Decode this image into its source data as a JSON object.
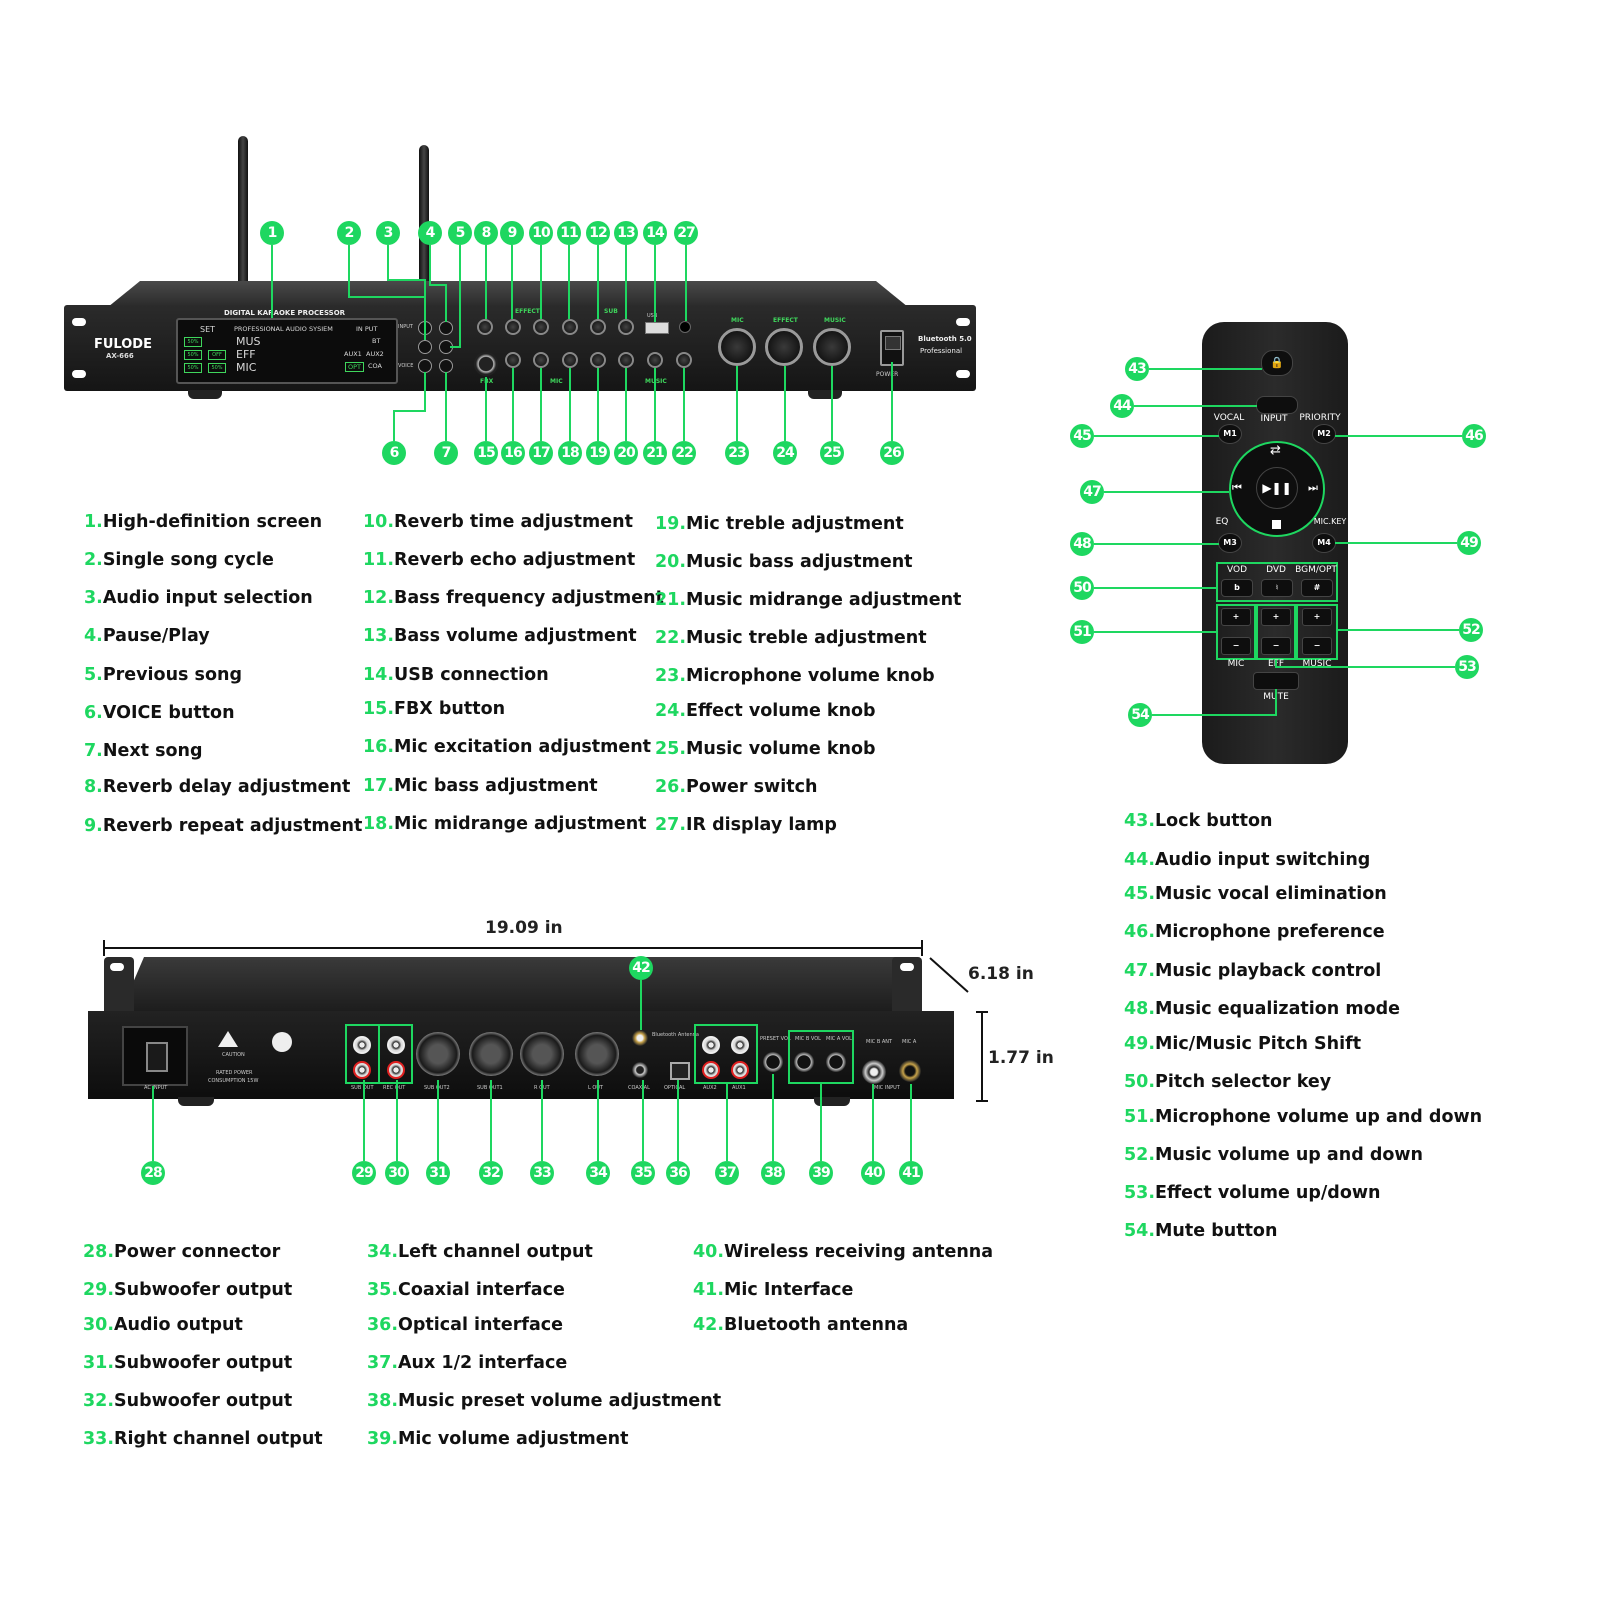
{
  "front_panel": {
    "header": "DIGITAL KARAOKE PROCESSOR",
    "brand": "FULODE",
    "model": "AX-666",
    "screen": {
      "set_label": "SET",
      "system_label": "PROFESSIONAL AUDIO SYSIEM",
      "input_label": "IN PUT",
      "rows": [
        "MUS",
        "EFF",
        "MIC"
      ],
      "inputs": [
        "AUX1",
        "AUX2",
        "OPT",
        "COA",
        "BT"
      ],
      "green_cells": [
        "50%",
        "50%",
        "50%",
        "50%",
        "OFF"
      ]
    },
    "button_labels": [
      "INPUT",
      "VOICE"
    ],
    "section_labels": [
      "EFFECT",
      "SUB",
      "MIC",
      "MUSIC",
      "FBX"
    ],
    "knob_section_labels": [
      "MIC",
      "EFFECT",
      "MUSIC"
    ],
    "bluetooth": "Bluetooth 5.0",
    "bluetooth_sub": "Professional",
    "power_label": "POWER",
    "usb_label": "USB"
  },
  "rear_panel": {
    "ac_label": "AC INPUT",
    "caution": "CAUTION",
    "rated_power": "RATED POWER",
    "consumption": "CONSUMPTION 15W",
    "port_labels": [
      "SUB OUT",
      "REC OUT",
      "SUB OUT2",
      "SUB OUT1",
      "R OUT",
      "L OUT",
      "COAXIAL",
      "OPTICAL",
      "AUX2",
      "AUX1",
      "PRESET VOL",
      "MIC B VOL",
      "MIC A VOL",
      "MIC B ANT",
      "MIC A",
      "MIC INPUT",
      "Bluetooth Antenna"
    ]
  },
  "dimensions": {
    "width": "19.09 in",
    "depth": "6.18 in",
    "height": "1.77 in"
  },
  "remote": {
    "labels": {
      "input": "INPUT",
      "vocal": "VOCAL",
      "priority": "PRIORITY",
      "eq": "EQ",
      "mickey": "MIC.KEY",
      "vod": "VOD",
      "dvd": "DVD",
      "bgm": "BGM/OPT",
      "mic": "MIC",
      "eff": "EFF",
      "music": "MUSIC",
      "mute": "MUTE"
    },
    "m_buttons": [
      "M1",
      "M2",
      "M3",
      "M4"
    ],
    "pitch_keys": [
      "b",
      "♮",
      "#"
    ]
  },
  "legend": {
    "front": [
      {
        "n": "1.",
        "t": "High-definition screen"
      },
      {
        "n": "2.",
        "t": "Single song cycle"
      },
      {
        "n": "3.",
        "t": "Audio input selection"
      },
      {
        "n": "4.",
        "t": "Pause/Play"
      },
      {
        "n": "5.",
        "t": "Previous song"
      },
      {
        "n": "6.",
        "t": "VOICE button"
      },
      {
        "n": "7.",
        "t": "Next song"
      },
      {
        "n": "8.",
        "t": "Reverb delay adjustment"
      },
      {
        "n": "9.",
        "t": "Reverb repeat adjustment"
      },
      {
        "n": "10.",
        "t": "Reverb time adjustment"
      },
      {
        "n": "11.",
        "t": "Reverb echo adjustment"
      },
      {
        "n": "12.",
        "t": "Bass frequency adjustment"
      },
      {
        "n": "13.",
        "t": "Bass volume adjustment"
      },
      {
        "n": "14.",
        "t": "USB connection"
      },
      {
        "n": "15.",
        "t": "FBX button"
      },
      {
        "n": "16.",
        "t": "Mic excitation adjustment"
      },
      {
        "n": "17.",
        "t": "Mic bass adjustment"
      },
      {
        "n": "18.",
        "t": "Mic midrange adjustment"
      },
      {
        "n": "19.",
        "t": "Mic treble adjustment"
      },
      {
        "n": "20.",
        "t": "Music bass adjustment"
      },
      {
        "n": "21.",
        "t": "Music midrange adjustment"
      },
      {
        "n": "22.",
        "t": "Music treble adjustment"
      },
      {
        "n": "23.",
        "t": "Microphone volume knob"
      },
      {
        "n": "24.",
        "t": "Effect volume knob"
      },
      {
        "n": "25.",
        "t": "Music volume knob"
      },
      {
        "n": "26.",
        "t": "Power switch"
      },
      {
        "n": "27.",
        "t": "IR display lamp"
      }
    ],
    "back": [
      {
        "n": "28.",
        "t": "Power connector"
      },
      {
        "n": "29.",
        "t": "Subwoofer output"
      },
      {
        "n": "30.",
        "t": "Audio output"
      },
      {
        "n": "31.",
        "t": "Subwoofer output"
      },
      {
        "n": "32.",
        "t": "Subwoofer output"
      },
      {
        "n": "33.",
        "t": "Right channel output"
      },
      {
        "n": "34.",
        "t": "Left channel output"
      },
      {
        "n": "35.",
        "t": "Coaxial interface"
      },
      {
        "n": "36.",
        "t": "Optical interface"
      },
      {
        "n": "37.",
        "t": "Aux 1/2 interface"
      },
      {
        "n": "38.",
        "t": "Music preset volume adjustment"
      },
      {
        "n": "39.",
        "t": "Mic volume adjustment"
      },
      {
        "n": "40.",
        "t": "Wireless receiving antenna"
      },
      {
        "n": "41.",
        "t": "Mic Interface"
      },
      {
        "n": "42.",
        "t": "Bluetooth antenna"
      }
    ],
    "remote": [
      {
        "n": "43.",
        "t": "Lock button"
      },
      {
        "n": "44.",
        "t": "Audio input switching"
      },
      {
        "n": "45.",
        "t": "Music vocal elimination"
      },
      {
        "n": "46.",
        "t": "Microphone preference"
      },
      {
        "n": "47.",
        "t": "Music playback control"
      },
      {
        "n": "48.",
        "t": "Music equalization mode"
      },
      {
        "n": "49.",
        "t": "Mic/Music Pitch Shift"
      },
      {
        "n": "50.",
        "t": "Pitch selector key"
      },
      {
        "n": "51.",
        "t": "Microphone volume up and down"
      },
      {
        "n": "52.",
        "t": "Music volume up and down"
      },
      {
        "n": "53.",
        "t": "Effect volume up/down"
      },
      {
        "n": "54.",
        "t": "Mute button"
      }
    ]
  },
  "callouts": [
    "1",
    "2",
    "3",
    "4",
    "5",
    "6",
    "7",
    "8",
    "9",
    "10",
    "11",
    "12",
    "13",
    "14",
    "15",
    "16",
    "17",
    "18",
    "19",
    "20",
    "21",
    "22",
    "23",
    "24",
    "25",
    "26",
    "27",
    "28",
    "29",
    "30",
    "31",
    "32",
    "33",
    "34",
    "35",
    "36",
    "37",
    "38",
    "39",
    "40",
    "41",
    "42",
    "43",
    "44",
    "45",
    "46",
    "47",
    "48",
    "49",
    "50",
    "51",
    "52",
    "53",
    "54"
  ]
}
